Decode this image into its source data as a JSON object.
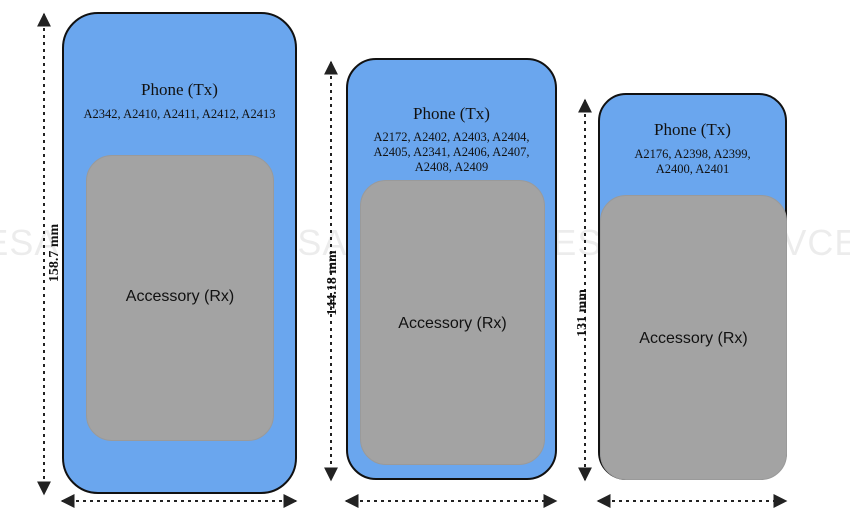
{
  "watermark": "AVCESAR.COM",
  "phones": [
    {
      "title": "Phone (Tx)",
      "models": [
        "A2342, A2410, A2411, A2412, A2413"
      ],
      "accessory": "Accessory (Rx)",
      "height_label": "158.7 mm"
    },
    {
      "title": "Phone (Tx)",
      "models": [
        "A2172, A2402, A2403, A2404,",
        "A2405, A2341, A2406, A2407,",
        "A2408, A2409"
      ],
      "accessory": "Accessory (Rx)",
      "height_label": "144.18 mm"
    },
    {
      "title": "Phone (Tx)",
      "models": [
        "A2176, A2398, A2399,",
        "A2400, A2401"
      ],
      "accessory": "Accessory (Rx)",
      "height_label": "131 mm"
    }
  ],
  "colors": {
    "phone_body": "#6aa6ee",
    "accessory": "#a3a3a3",
    "outline": "#111111"
  }
}
